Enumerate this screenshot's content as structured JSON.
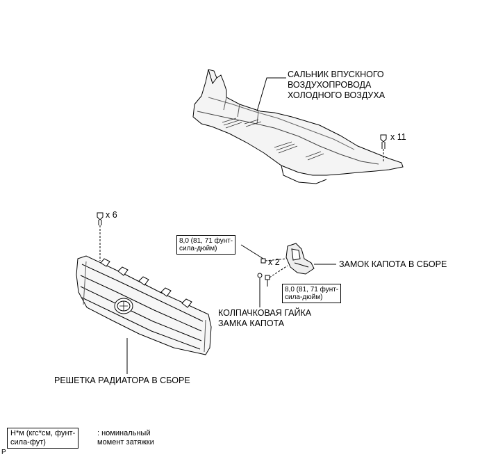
{
  "labels": {
    "seal_line1": "САЛЬНИК ВПУСКНОГО",
    "seal_line2": "ВОЗДУХОПРОВОДА",
    "seal_line3": "ХОЛОДНОГО ВОЗДУХА",
    "hood_lock": "ЗАМОК КАПОТА В СБОРЕ",
    "cap_nut_line1": "КОЛПАЧКОВАЯ ГАЙКА",
    "cap_nut_line2": "ЗАМКА КАПОТА",
    "grille": "РЕШЕТКА РАДИАТОРА В СБОРЕ"
  },
  "quantities": {
    "seal_clips": "x 11",
    "grille_clips": "x 6",
    "lock_bolts": "x 2"
  },
  "torque": {
    "lock_bolts_line1": "8,0 (81, 71 фунт-",
    "lock_bolts_line2": "сила-дюйм)",
    "cap_nut_line1": "8,0 (81, 71 фунт-",
    "cap_nut_line2": "сила-дюйм)"
  },
  "legend": {
    "box_line1": "Н*м (кгс*см, фунт-",
    "box_line2": "сила-фут)",
    "text_line1": ": номинальный",
    "text_line2": "момент затяжки"
  },
  "figure_code": "P"
}
